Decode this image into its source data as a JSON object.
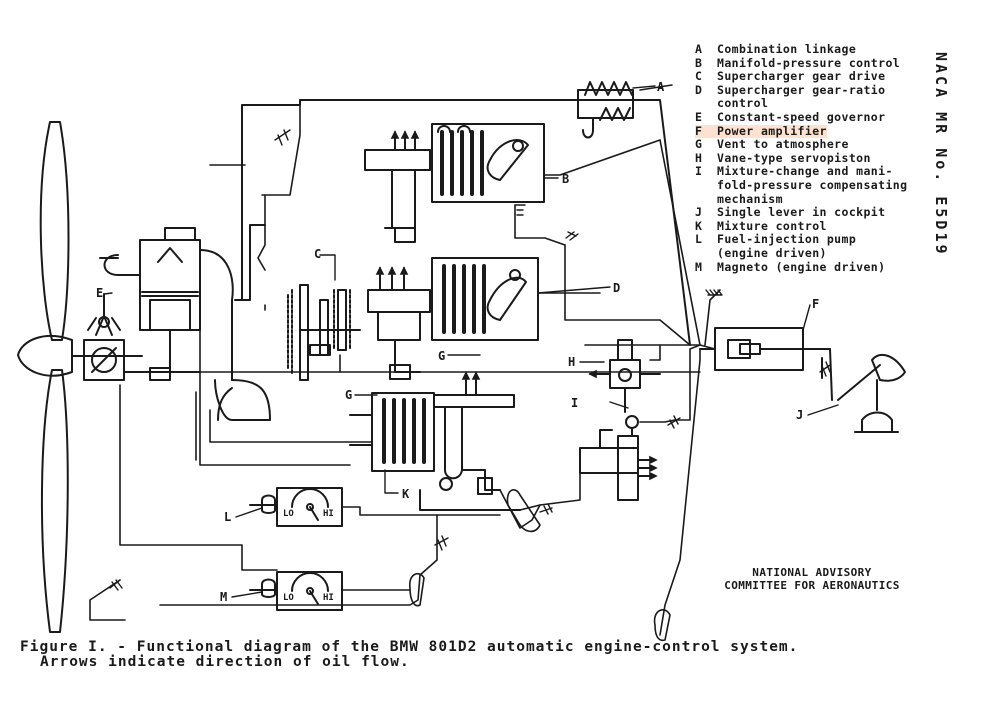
{
  "legend": [
    {
      "letter": "A",
      "text": "Combination linkage"
    },
    {
      "letter": "B",
      "text": "Manifold-pressure control"
    },
    {
      "letter": "C",
      "text": "Supercharger gear drive"
    },
    {
      "letter": "D",
      "text": "Supercharger gear-ratio\ncontrol"
    },
    {
      "letter": "E",
      "text": "Constant-speed governor"
    },
    {
      "letter": "F",
      "text": "Power amplifier",
      "highlighted": true
    },
    {
      "letter": "G",
      "text": "Vent to atmosphere"
    },
    {
      "letter": "H",
      "text": "Vane-type servopiston"
    },
    {
      "letter": "I",
      "text": "Mixture-change and mani-\nfold-pressure compensating\nmechanism"
    },
    {
      "letter": "J",
      "text": "Single lever in cockpit"
    },
    {
      "letter": "K",
      "text": "Mixture control"
    },
    {
      "letter": "L",
      "text": "Fuel-injection pump\n(engine driven)"
    },
    {
      "letter": "M",
      "text": "Magneto (engine driven)"
    }
  ],
  "side_id": "NACA MR No. E5D19",
  "credit": {
    "line1": "NATIONAL ADVISORY",
    "line2": "COMMITTEE FOR AERONAUTICS"
  },
  "caption": {
    "line1": "Figure I. - Functional diagram of the BMW 801D2 automatic engine-control system.",
    "line2": "Arrows indicate direction of oil flow."
  },
  "callouts": {
    "A": "A",
    "B": "B",
    "C": "C",
    "D": "D",
    "E": "E",
    "F": "F",
    "G1": "G",
    "G2": "G",
    "H": "H",
    "I": "I",
    "J": "J",
    "K": "K",
    "L": "L",
    "M": "M"
  },
  "gauges": {
    "lo": "LO",
    "hi": "HI"
  },
  "colors": {
    "ink": "#1a1a1a",
    "highlight": "#fde3cf",
    "paper": "#ffffff"
  }
}
